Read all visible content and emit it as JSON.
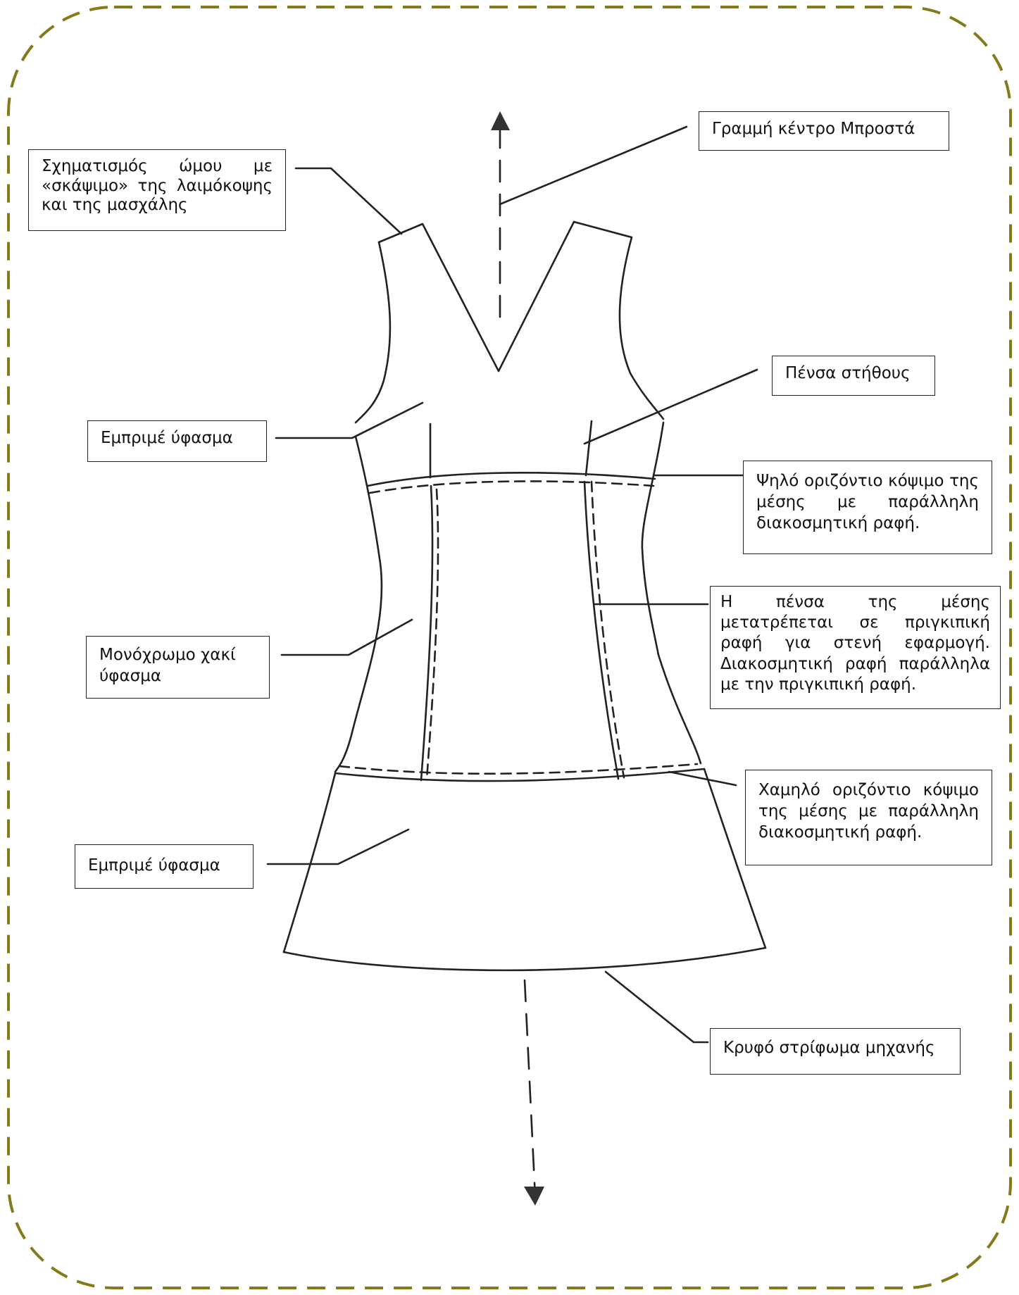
{
  "labels": {
    "center_front": "Γραμμή κέντρο Μπροστά",
    "shoulder": "Σχηματισμός ώμου με «σκάψιμο» της λαιμόκοψης και της μασχάλης",
    "bust_dart": "Πένσα στήθους",
    "print_top": "Εμπριμέ ύφασμα",
    "high_waist": "Ψηλό οριζόντιο κόψιμο της μέσης με παράλληλη διακοσμητική ραφή.",
    "princess": "Η πένσα της μέσης μετατρέπεται σε πριγκιπική ραφή για στενή εφαρμογή. Διακοσμητική ραφή παράλληλα με την πριγκιπική ραφή.",
    "khaki": "Μονόχρωμο χακί ύφασμα",
    "low_waist": "Χαμηλό οριζόντιο κόψιμο της μέσης με παράλληλη διακοσμητική ραφή.",
    "print_bottom": "Εμπριμέ ύφασμα",
    "hem": "Κρυφό στρίφωμα μηχανής"
  },
  "colors": {
    "frame": "#857a1a",
    "ink": "#222222"
  }
}
